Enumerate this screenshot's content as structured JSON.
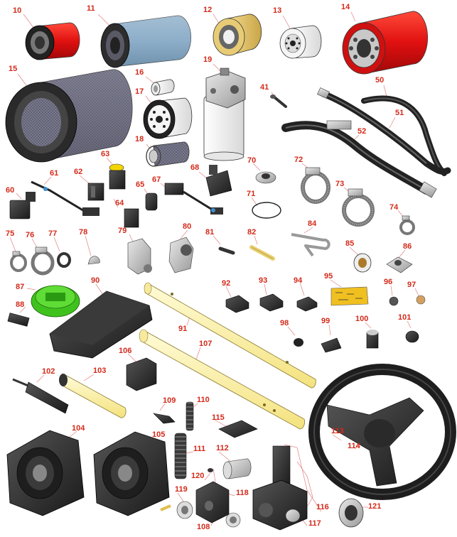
{
  "diagram": {
    "title": "",
    "callouts": [
      {
        "id": "c10",
        "label": "10"
      },
      {
        "id": "c11",
        "label": "11"
      },
      {
        "id": "c12",
        "label": "12"
      },
      {
        "id": "c13",
        "label": "13"
      },
      {
        "id": "c14",
        "label": "14"
      },
      {
        "id": "c15",
        "label": "15"
      },
      {
        "id": "c16",
        "label": "16"
      },
      {
        "id": "c17",
        "label": "17"
      },
      {
        "id": "c18",
        "label": "18"
      },
      {
        "id": "c19",
        "label": "19"
      },
      {
        "id": "c41",
        "label": "41"
      },
      {
        "id": "c50",
        "label": "50"
      },
      {
        "id": "c51",
        "label": "51"
      },
      {
        "id": "c52",
        "label": "52"
      },
      {
        "id": "c60",
        "label": "60"
      },
      {
        "id": "c61",
        "label": "61"
      },
      {
        "id": "c62",
        "label": "62"
      },
      {
        "id": "c63",
        "label": "63"
      },
      {
        "id": "c64",
        "label": "64"
      },
      {
        "id": "c65",
        "label": "65"
      },
      {
        "id": "c67",
        "label": "67"
      },
      {
        "id": "c68",
        "label": "68"
      },
      {
        "id": "c70",
        "label": "70"
      },
      {
        "id": "c71",
        "label": "71"
      },
      {
        "id": "c72",
        "label": "72"
      },
      {
        "id": "c73",
        "label": "73"
      },
      {
        "id": "c74",
        "label": "74"
      },
      {
        "id": "c75",
        "label": "75"
      },
      {
        "id": "c76",
        "label": "76"
      },
      {
        "id": "c77",
        "label": "77"
      },
      {
        "id": "c78",
        "label": "78"
      },
      {
        "id": "c79",
        "label": "79"
      },
      {
        "id": "c80",
        "label": "80"
      },
      {
        "id": "c81",
        "label": "81"
      },
      {
        "id": "c82",
        "label": "82"
      },
      {
        "id": "c84",
        "label": "84"
      },
      {
        "id": "c85",
        "label": "85"
      },
      {
        "id": "c86",
        "label": "86"
      },
      {
        "id": "c87",
        "label": "87"
      },
      {
        "id": "c88",
        "label": "88"
      },
      {
        "id": "c90",
        "label": "90"
      },
      {
        "id": "c91",
        "label": "91"
      },
      {
        "id": "c92",
        "label": "92"
      },
      {
        "id": "c93",
        "label": "93"
      },
      {
        "id": "c94",
        "label": "94"
      },
      {
        "id": "c95",
        "label": "95"
      },
      {
        "id": "c96",
        "label": "96"
      },
      {
        "id": "c97",
        "label": "97"
      },
      {
        "id": "c98",
        "label": "98"
      },
      {
        "id": "c99",
        "label": "99"
      },
      {
        "id": "c100",
        "label": "100"
      },
      {
        "id": "c101",
        "label": "101"
      },
      {
        "id": "c102",
        "label": "102"
      },
      {
        "id": "c103",
        "label": "103"
      },
      {
        "id": "c104",
        "label": "104"
      },
      {
        "id": "c105",
        "label": "105"
      },
      {
        "id": "c106",
        "label": "106"
      },
      {
        "id": "c107",
        "label": "107"
      },
      {
        "id": "c108",
        "label": "108"
      },
      {
        "id": "c109",
        "label": "109"
      },
      {
        "id": "c110",
        "label": "110"
      },
      {
        "id": "c111",
        "label": "111"
      },
      {
        "id": "c112",
        "label": "112"
      },
      {
        "id": "c113",
        "label": "113"
      },
      {
        "id": "c114",
        "label": "114"
      },
      {
        "id": "c115",
        "label": "115"
      },
      {
        "id": "c116",
        "label": "116"
      },
      {
        "id": "c117",
        "label": "117"
      },
      {
        "id": "c118",
        "label": "118"
      },
      {
        "id": "c119",
        "label": "119"
      },
      {
        "id": "c120",
        "label": "120"
      },
      {
        "id": "c121",
        "label": "121"
      }
    ]
  },
  "colors": {
    "label": "#d42a1a",
    "leader": "#e07070",
    "filter_red": "#e01010",
    "filter_blue": "#8fb0cc",
    "filter_tan": "#e5c46a",
    "part_black": "#2a2a2a",
    "cap_green": "#3fc11e",
    "tube_yellow": "#fff3a8",
    "label_gold": "#f0c020"
  }
}
